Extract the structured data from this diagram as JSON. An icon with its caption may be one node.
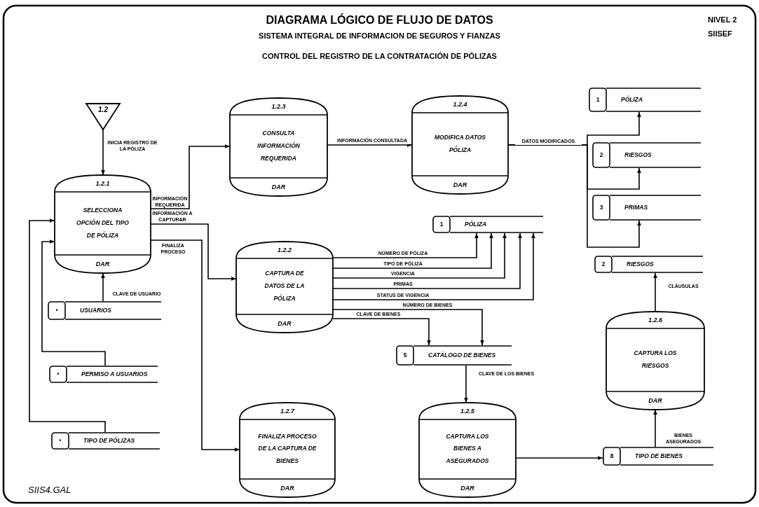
{
  "diagram": {
    "title": "DIAGRAMA LÓGICO DE FLUJO DE DATOS",
    "nodes": [
      {
        "text": [
          "1.2"
        ]
      },
      {
        "text": [
          "1.2.1",
          "SELECCIONA OPCIÓN DEL TIPO DE PÓLIZA",
          "DAR"
        ]
      },
      {
        "text": [
          "1.2.3",
          "CONSULTA INFORMACIÓN REQUERIDA",
          "DAR"
        ]
      },
      {
        "text": [
          "1.2.4",
          "MODIFICA DATOS PÓLIZA",
          "DAR"
        ]
      },
      {
        "text": [
          "1",
          "PÓLIZA"
        ]
      },
      {
        "text": [
          "2",
          "RIESGOS"
        ]
      },
      {
        "text": [
          "3",
          "PRIMAS"
        ]
      },
      {
        "text": [
          "1",
          "PÓLIZA"
        ]
      },
      {
        "text": [
          "1.2.2",
          "CAPTURA DE DATOS DE LA PÓLIZA",
          "DAR"
        ]
      },
      {
        "text": [
          "2",
          "RIESGOS"
        ]
      },
      {
        "text": [
          "•",
          "USUARIOS"
        ]
      },
      {
        "text": [
          "1.2.6",
          "CAPTURA LOS RIESGOS",
          "DAR"
        ]
      },
      {
        "text": [
          "5",
          "CATÁLOGO DE BIENES"
        ]
      },
      {
        "text": [
          "•",
          "PERMISO A USUARIOS"
        ]
      },
      {
        "text": [
          "1.2.7",
          "FINALIZA PROCESO DE LA CAPTURA DE BIENES",
          "DAR"
        ]
      },
      {
        "text": [
          "1.2.5",
          "CAPTURA LOS BIENES A ASEGURADOS",
          "DAR"
        ]
      },
      {
        "text": [
          "•",
          "TIPO DE PÓLIZAS"
        ]
      },
      {
        "text": [
          "8",
          "TIPO DE BIENES"
        ]
      }
    ],
    "edges": [
      {
        "from": 0,
        "to": 1,
        "arrow": "to",
        "label": "INICIA REGISTRO DE LA PÓLIZA"
      },
      {
        "from": 1,
        "to": 2,
        "arrow": "to",
        "label": "INFORMACIÓN REQUERIDA"
      },
      {
        "from": 1,
        "to": 8,
        "arrow": "to",
        "label": "INFORMACIÓN A CAPTURAR"
      },
      {
        "from": 1,
        "to": 14,
        "arrow": "to",
        "label": "FINALIZA PROCESO"
      },
      {
        "from": 10,
        "to": 1,
        "arrow": "to",
        "label": "CLAVE DE USUARIO"
      },
      {
        "from": 13,
        "to": 1,
        "arrow": "to"
      },
      {
        "from": 16,
        "to": 1,
        "arrow": "to"
      },
      {
        "from": 2,
        "to": 3,
        "arrow": "to",
        "label": "INFORMACIÓN CONSULTADA"
      },
      {
        "from": 3,
        "to": 4,
        "arrow": "to",
        "label": "DATOS MODIFICADOS"
      },
      {
        "from": 3,
        "to": 5,
        "arrow": "to"
      },
      {
        "from": 3,
        "to": 6,
        "arrow": "to"
      },
      {
        "from": 8,
        "to": 7,
        "arrow": "to",
        "label": "NÚMERO DE PÓLIZA"
      },
      {
        "from": 8,
        "to": 7,
        "arrow": "to",
        "label": "TIPO DE PÓLIZA"
      },
      {
        "from": 8,
        "to": 7,
        "arrow": "to",
        "label": "VIGENCIA"
      },
      {
        "from": 8,
        "to": 7,
        "arrow": "to",
        "label": "PRIMAS"
      },
      {
        "from": 8,
        "to": 7,
        "arrow": "to",
        "label": "STATUS DE VIGENCIA"
      },
      {
        "from": 8,
        "to": 12,
        "arrow": "to",
        "label": "NÚMERO DE BIENES"
      },
      {
        "from": 8,
        "to": 12,
        "arrow": "to",
        "label": "CLAVE DE BIENES"
      },
      {
        "from": 12,
        "to": 15,
        "arrow": "to",
        "label": "CLAVE DE LOS BIENES"
      },
      {
        "from": 15,
        "to": 17,
        "arrow": "to"
      },
      {
        "from": 17,
        "to": 11,
        "arrow": "to",
        "label": "BIENES ASEGURADOS"
      },
      {
        "from": 11,
        "to": 9,
        "arrow": "to",
        "label": "CLÁUSULAS"
      }
    ],
    "labels": [
      "NIVEL 2",
      "SIISEF",
      "SISTEMA INTEGRAL DE INFORMACION DE SEGUROS Y FIANZAS",
      "CONTROL DEL REGISTRO DE LA CONTRATACIÓN DE PÓLIZAS",
      "SIIS4.GAL"
    ]
  }
}
